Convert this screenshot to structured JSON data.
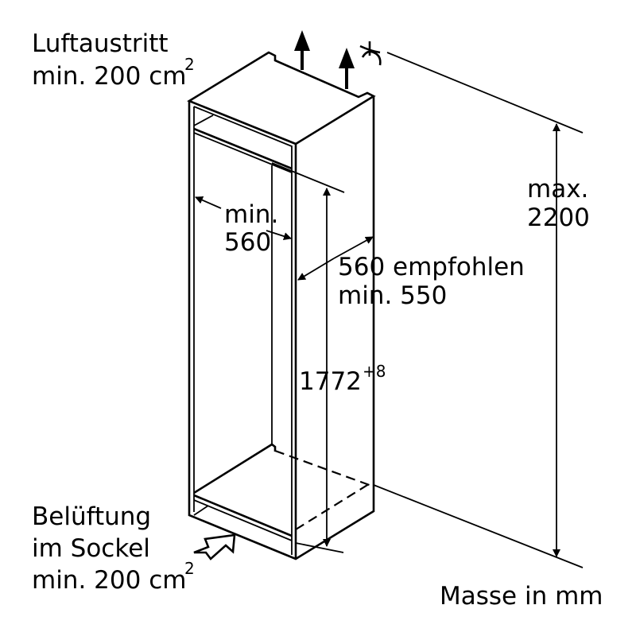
{
  "labels": {
    "air_outlet": [
      "Luftaustritt",
      "min. 200 cm"
    ],
    "air_outlet_sup": "2",
    "ventilation": [
      "Belüftung",
      "im Sockel",
      "min. 200 cm"
    ],
    "ventilation_sup": "2",
    "inner_width": [
      "min.",
      "560"
    ],
    "depth": [
      "560 empfohlen",
      "min. 550"
    ],
    "niche_height": "1772",
    "niche_height_tolerance": "+8",
    "max_height": [
      "max.",
      "2200"
    ],
    "units": "Masse in mm"
  }
}
